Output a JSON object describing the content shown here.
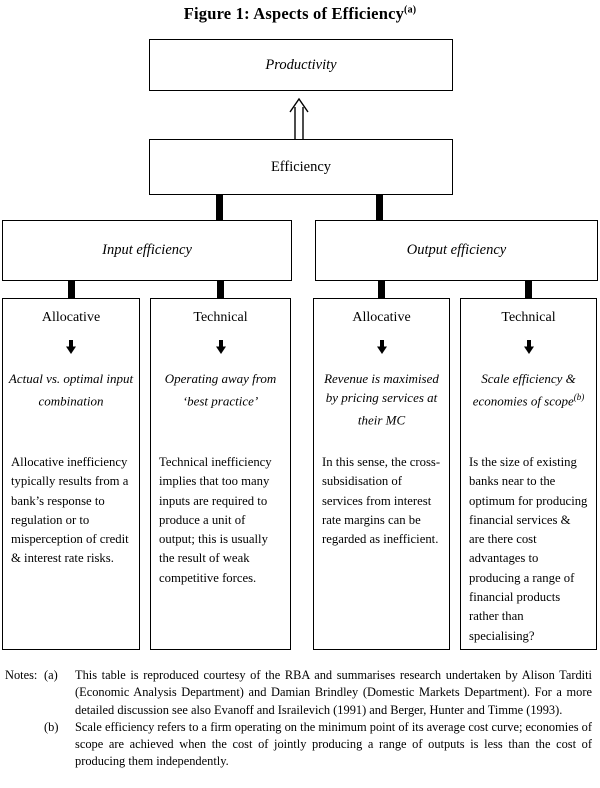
{
  "title": {
    "text": "Figure 1: Aspects of Efficiency",
    "sup": "(a)"
  },
  "diagram": {
    "productivity_label": "Productivity",
    "efficiency_label": "Efficiency",
    "branches": [
      {
        "label": "Input efficiency"
      },
      {
        "label": "Output efficiency"
      }
    ],
    "boxes": [
      {
        "header": "Allocative",
        "summary": "Actual vs. optimal input combination",
        "summary_sup": "",
        "body": "Allocative inefficiency typically results from a bank’s response to regulation or to misperception of credit & interest rate risks."
      },
      {
        "header": "Technical",
        "summary": "Operating away from ‘best practice’",
        "summary_sup": "",
        "body": "Technical inefficiency implies that too many inputs are required to produce a unit of output; this is usually the result of weak competitive forces."
      },
      {
        "header": "Allocative",
        "summary": "Revenue is maximised by pricing services at their MC",
        "summary_sup": "",
        "body": "In this sense, the cross-subsidisation of services from interest rate margins can be regarded as inefficient."
      },
      {
        "header": "Technical",
        "summary": "Scale efficiency & economies of scope",
        "summary_sup": "(b)",
        "body": "Is the size of existing banks near to the optimum for producing financial services & are there cost advantages to producing a range of financial products rather than specialising?"
      }
    ]
  },
  "icons": {
    "up_arrow": "double-outline-up-arrow",
    "down_arrow": "solid-down-arrow"
  },
  "colors": {
    "text": "#000000",
    "border": "#000000",
    "background": "#ffffff"
  },
  "notes": {
    "label": "Notes:",
    "items": [
      {
        "marker": "(a)",
        "text": "This table is reproduced courtesy of the RBA and summarises research undertaken by Alison Tarditi (Economic Analysis Department) and Damian Brindley (Domestic Markets Department). For a more detailed discussion see also Evanoff and Israilevich (1991) and Berger, Hunter and Timme (1993)."
      },
      {
        "marker": "(b)",
        "text": "Scale efficiency refers to a firm operating on the minimum point of its average cost curve; economies of scope are achieved when the cost of jointly producing a range of outputs is less than the cost of producing them independently."
      }
    ]
  }
}
